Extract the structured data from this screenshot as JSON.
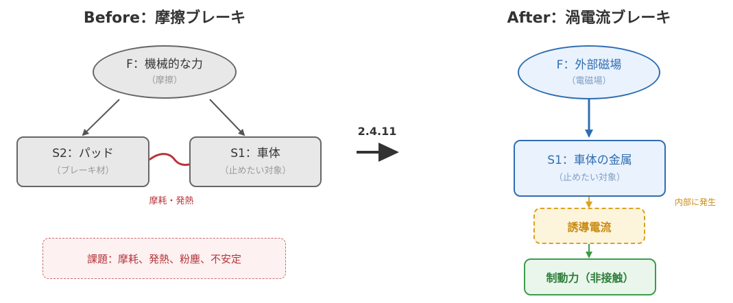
{
  "before": {
    "title": "Before：摩擦ブレーキ",
    "force": {
      "main": "F：機械的な力",
      "sub": "（摩擦）"
    },
    "pad": {
      "main": "S2：パッド",
      "sub": "（ブレーキ材）"
    },
    "body": {
      "main": "S1：車体",
      "sub": "（止めたい対象）"
    },
    "contact_label": "摩耗・発熱",
    "issue": "課題：摩耗、発熱、粉塵、不安定"
  },
  "transition": {
    "label": "2.4.11"
  },
  "after": {
    "title": "After：渦電流ブレーキ",
    "field": {
      "main": "F：外部磁場",
      "sub": "（電磁場）"
    },
    "metal": {
      "main": "S1：車体の金属",
      "sub": "（止めたい対象）"
    },
    "internal_label": "内部に発生",
    "current": "誘導電流",
    "result": "制動力（非接触）"
  },
  "colors": {
    "grey_fill": "#e8e8e8",
    "grey_stroke": "#666666",
    "friction_red": "#b5353a",
    "issue_fill": "#fdf1f1",
    "blue_fill": "#eaf2fd",
    "blue_stroke": "#2e6db1",
    "orange": "#d9a222",
    "orange_fill": "#fdf4dc",
    "green": "#3c9b49",
    "green_fill": "#eaf6ec"
  }
}
